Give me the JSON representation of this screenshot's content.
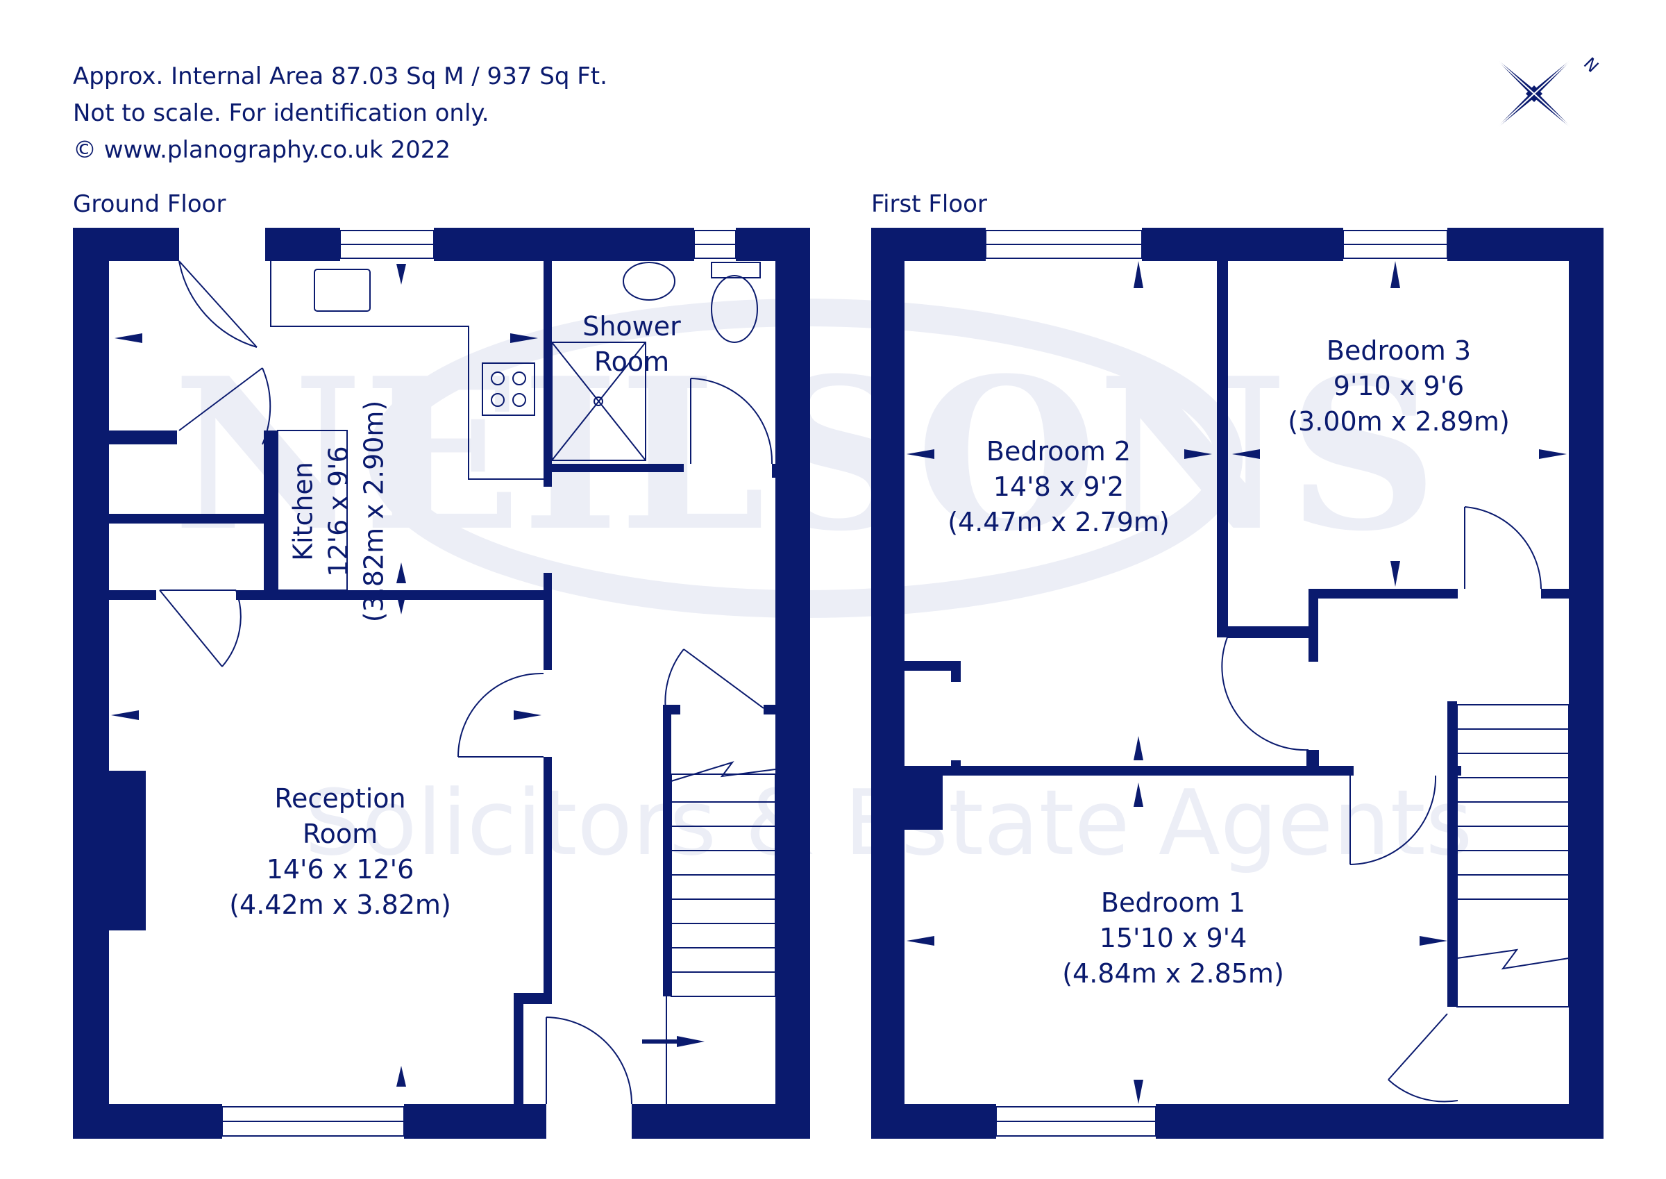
{
  "header": {
    "area": "Approx. Internal Area 87.03 Sq M / 937 Sq Ft.",
    "disclaimer": "Not to scale. For identification only.",
    "copyright": "© www.planography.co.uk 2022"
  },
  "compass": {
    "label": "N",
    "icon": "compass-rose-icon"
  },
  "watermark": {
    "name": "NEILSONS",
    "tagline": "Solicitors & Estate Agents"
  },
  "floors": {
    "ground": {
      "title": "Ground Floor",
      "rooms": {
        "kitchen": {
          "name": "Kitchen",
          "imperial": "12'6 x 9'6",
          "metric": "(3.82m x 2.90m)"
        },
        "shower": {
          "name_line1": "Shower",
          "name_line2": "Room"
        },
        "reception": {
          "name_line1": "Reception",
          "name_line2": "Room",
          "imperial": "14'6 x 12'6",
          "metric": "(4.42m x 3.82m)"
        }
      }
    },
    "first": {
      "title": "First Floor",
      "rooms": {
        "bedroom2": {
          "name": "Bedroom 2",
          "imperial": "14'8 x 9'2",
          "metric": "(4.47m x 2.79m)"
        },
        "bedroom3": {
          "name": "Bedroom 3",
          "imperial": "9'10 x 9'6",
          "metric": "(3.00m x 2.89m)"
        },
        "bedroom1": {
          "name": "Bedroom 1",
          "imperial": "15'10 x 9'4",
          "metric": "(4.84m x 2.85m)"
        }
      }
    }
  },
  "colors": {
    "wall": "#0a1a6e",
    "watermark": "#eceef6",
    "background": "#ffffff"
  }
}
